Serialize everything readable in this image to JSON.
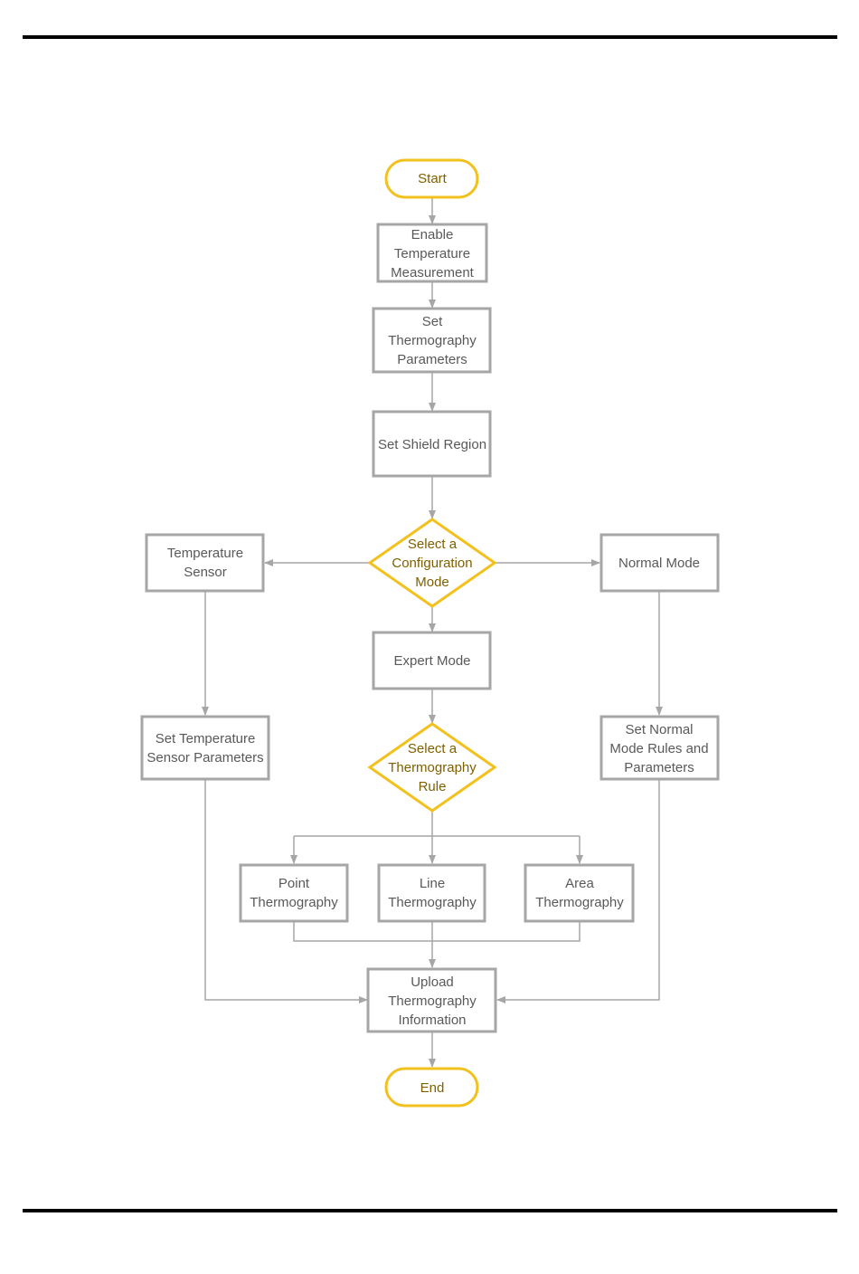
{
  "nodes": {
    "start": [
      "Start"
    ],
    "enable": [
      "Enable",
      "Temperature",
      "Measurement"
    ],
    "set_params": [
      "Set",
      "Thermography",
      "Parameters"
    ],
    "shield": [
      "Set Shield Region"
    ],
    "config_mode": [
      "Select a",
      "Configuration",
      "Mode"
    ],
    "temp_sensor": [
      "Temperature",
      "Sensor"
    ],
    "normal_mode": [
      "Normal Mode"
    ],
    "expert_mode": [
      "Expert Mode"
    ],
    "set_temp_sensor": [
      "Set Temperature",
      "Sensor Parameters"
    ],
    "thermo_rule": [
      "Select a",
      "Thermography",
      "Rule"
    ],
    "set_normal": [
      "Set Normal",
      "Mode Rules and",
      "Parameters"
    ],
    "point": [
      "Point",
      "Thermography"
    ],
    "line": [
      "Line",
      "Thermography"
    ],
    "area": [
      "Area",
      "Thermography"
    ],
    "upload": [
      "Upload",
      "Thermography",
      "Information"
    ],
    "end": [
      "End"
    ]
  },
  "colors": {
    "terminal_stroke": "#f2c11d",
    "decision_stroke": "#f2c11d",
    "process_stroke": "#a6a6a6",
    "terminal_text": "#7f6000",
    "process_text": "#595959"
  }
}
